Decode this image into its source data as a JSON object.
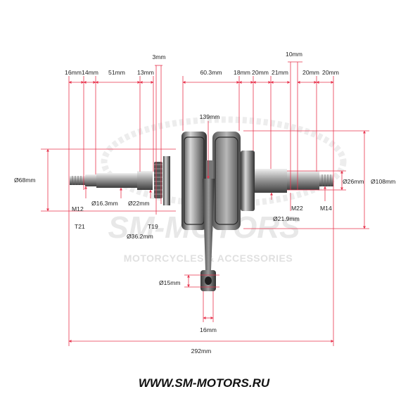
{
  "watermark": {
    "brand": "SM-MOTORS",
    "subtitle": "MOTORCYCLES & ACCESSORIES"
  },
  "website": "WWW.SM-MOTORS.RU",
  "colors": {
    "dimension_line": "#e8344e",
    "text": "#222222",
    "metal_dark": "#4a4a4a",
    "metal_light": "#c9c9c9",
    "watermark": "#e6e6e6"
  },
  "dimensions": {
    "top": {
      "d16mm": "16mm",
      "d14mm": "14mm",
      "d51mm": "51mm",
      "d13mm": "13mm",
      "d3mm": "3mm",
      "d60_3mm": "60.3mm",
      "d18mm": "18mm",
      "d20mm_a": "20mm",
      "d21mm": "21mm",
      "d10mm": "10mm",
      "d20mm_b": "20mm",
      "d20mm_c": "20mm"
    },
    "rod_length": "139mm",
    "left_side": {
      "outer_diameter": "Ø68mm",
      "thread": "M12",
      "taper": "T21",
      "shaft_diameter": "Ø16.3mm",
      "journal_diameter": "Ø22mm",
      "spline": "T19",
      "bearing_diameter": "Ø36.2mm"
    },
    "right_side": {
      "journal_diameter": "Ø26mm",
      "web_diameter": "Ø108mm",
      "thread_large": "M22",
      "thread_small": "M14",
      "shaft_diameter": "Ø21.9mm"
    },
    "small_end": {
      "bore_diameter": "Ø15mm",
      "width": "16mm"
    },
    "overall_length": "292mm"
  }
}
